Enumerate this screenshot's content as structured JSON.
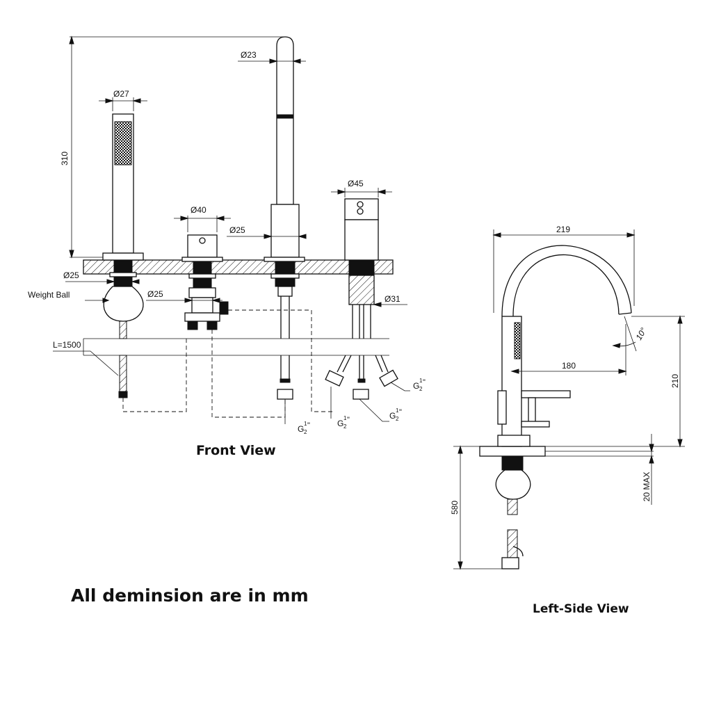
{
  "front_view": {
    "title": "Front View",
    "dims": {
      "height_310": "310",
      "handshower_dia": "Ø27",
      "spout_dia_top": "Ø23",
      "diverter_dia": "Ø40",
      "spout_base_dia": "Ø25",
      "mixer_dia": "Ø45",
      "hs_base_dia": "Ø25",
      "diverter_body_dia": "Ø25",
      "mixer_thread_dia": "Ø31",
      "hose_length": "L=1500"
    },
    "labels": {
      "weight_ball": "Weight Ball",
      "g_half": "G",
      "g_num": "1",
      "g_den": "2",
      "g_quote": "\""
    }
  },
  "side_view": {
    "title": "Left-Side View",
    "dims": {
      "reach_219": "219",
      "reach_180": "180",
      "angle": "10°",
      "height_210": "210",
      "max_20": "20 MAX",
      "depth_580": "580"
    }
  },
  "note": "All deminsion are in mm"
}
